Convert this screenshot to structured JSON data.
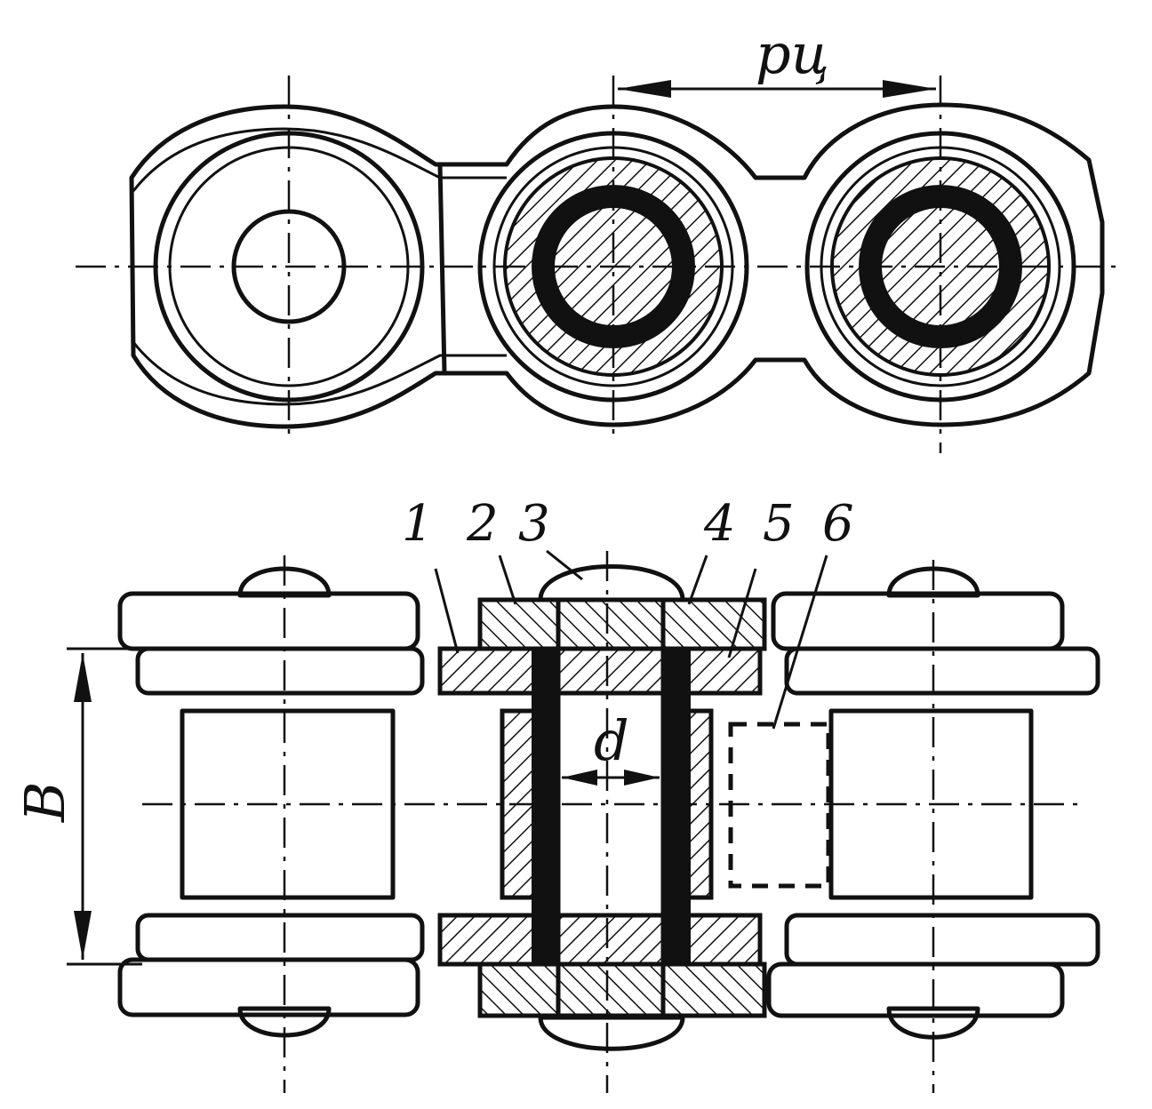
{
  "labels": {
    "pitch": "pц",
    "diameter": "d",
    "width": "B",
    "parts": [
      "1",
      "2",
      "3",
      "4",
      "5",
      "6"
    ]
  },
  "colors": {
    "ink": "#111111",
    "paper": "#ffffff"
  }
}
